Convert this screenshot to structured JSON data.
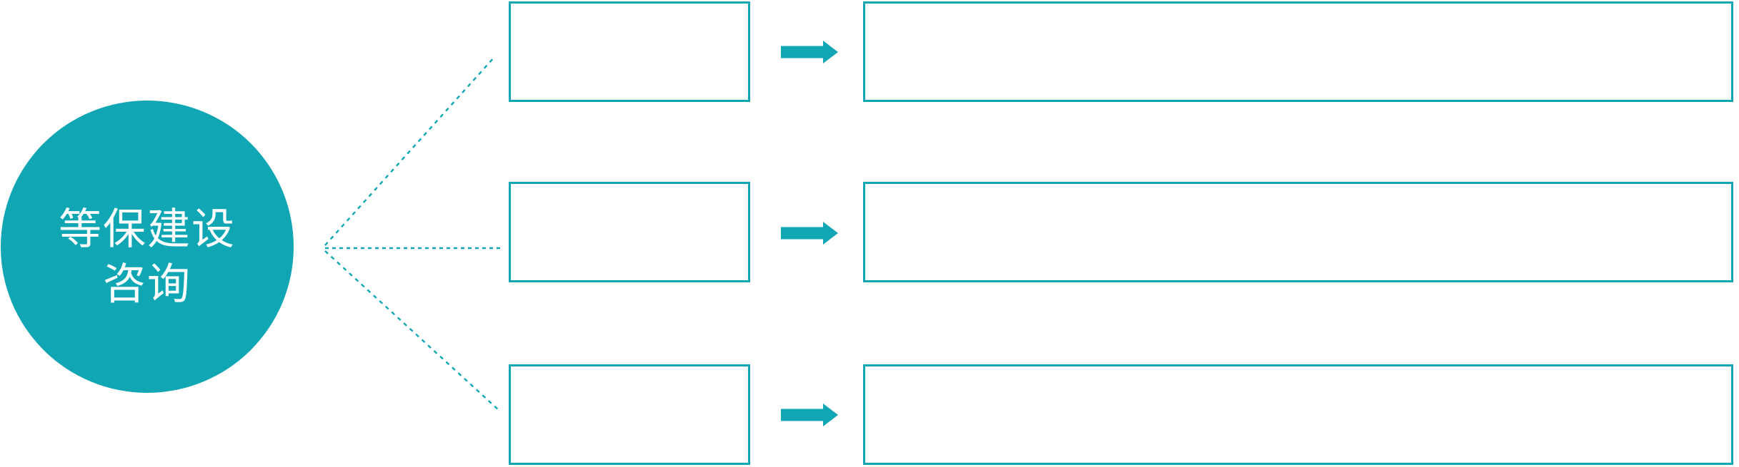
{
  "diagram": {
    "hub": {
      "label_line1": "等保建设",
      "label_line2": "咨询"
    },
    "rows": [
      {
        "name": "row-1",
        "small_box_text": "",
        "wide_box_text": ""
      },
      {
        "name": "row-2",
        "small_box_text": "",
        "wide_box_text": ""
      },
      {
        "name": "row-3",
        "small_box_text": "",
        "wide_box_text": ""
      }
    ],
    "icons": {
      "arrow_right": "arrow-right-icon",
      "connector_style": "dotted-line"
    }
  },
  "colors": {
    "accent": "#10A6B4",
    "text_on_accent": "#FFFFFF",
    "background": "#FFFFFF"
  }
}
